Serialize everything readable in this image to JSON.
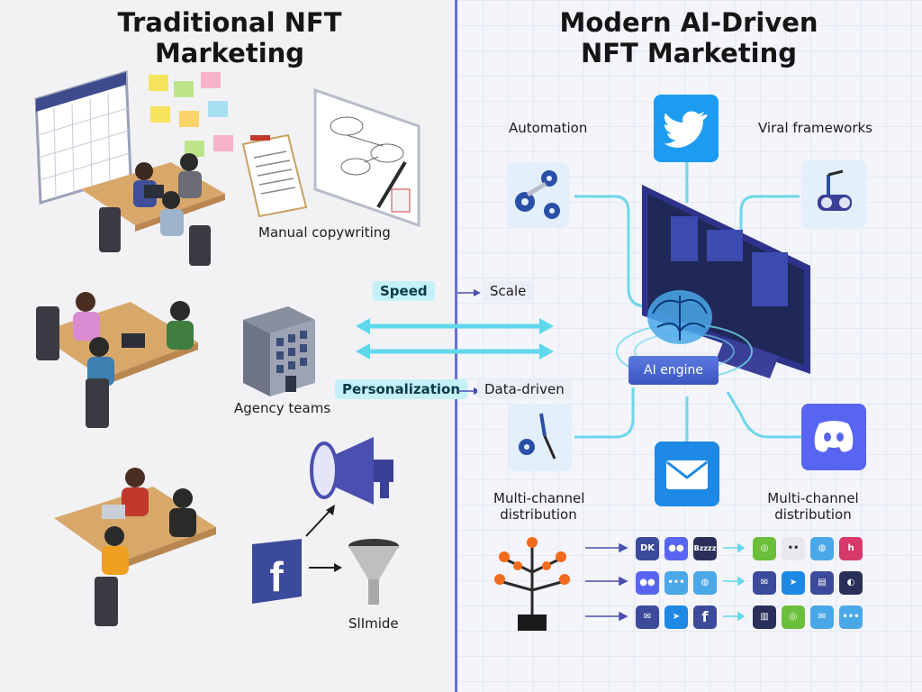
{
  "left": {
    "title_line1": "Traditional NFT",
    "title_line2": "Marketing",
    "manual_copywriting": "Manual copywriting",
    "agency_teams": "Agency teams",
    "slimide": "SlImide"
  },
  "right": {
    "title_line1": "Modern AI-Driven",
    "title_line2": "NFT Marketing",
    "automation": "Automation",
    "viral_frameworks": "Viral frameworks",
    "ai_engine": "AI engine",
    "multi_channel_left_1": "Multi-channel",
    "multi_channel_left_2": "distribution",
    "multi_channel_right_1": "Multi-channel",
    "multi_channel_right_2": "distribution",
    "distribution_icon_text": [
      "DK",
      "Bzzzz",
      "f"
    ]
  },
  "middle": {
    "speed": "Speed",
    "scale": "Scale",
    "personalization": "Personalization",
    "data_driven": "Data-driven"
  },
  "colors": {
    "divider": "#6a6fd0",
    "cyan_accent": "#5fd8ec",
    "twitter": "#1d9bf0",
    "discord": "#5865f2",
    "email": "#1e88e5",
    "facebook": "#3b4a9a"
  },
  "icons": [
    "calendar-icon",
    "sticky-notes-icon",
    "whiteboard-icon",
    "document-icon",
    "office-building-icon",
    "megaphone-icon",
    "funnel-icon",
    "facebook-icon",
    "twitter-icon",
    "discord-icon",
    "email-icon",
    "gears-robot-arm-icon",
    "robot-arm-icon",
    "soldering-robot-icon",
    "brain-icon",
    "monitor-icon",
    "fire-tree-icon"
  ]
}
